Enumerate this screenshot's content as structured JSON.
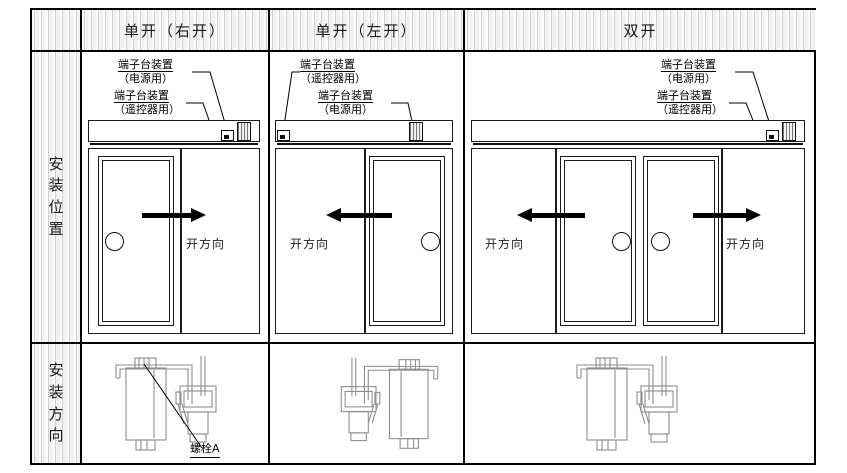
{
  "diagram": {
    "title_row": {
      "corner_label": "",
      "columns": [
        {
          "label": "单开（右开）"
        },
        {
          "label": "单开（左开）"
        },
        {
          "label": "双开"
        }
      ]
    },
    "row_labels": [
      {
        "id": "install-position",
        "chars": [
          "安",
          "装",
          "位",
          "置"
        ]
      },
      {
        "id": "install-direction",
        "chars": [
          "安",
          "装",
          "方",
          "向"
        ]
      }
    ],
    "annotations": {
      "terminal_power": {
        "line1": "端子台装置",
        "line2": "（电源用）"
      },
      "terminal_remote": {
        "line1": "端子台装置",
        "line2": "（遥控器用）"
      }
    },
    "open_direction_label": "开方向",
    "bolt_label": "螺栓A",
    "cells": [
      {
        "id": "position-single-right",
        "column": "单开（右开）",
        "door_type": "single",
        "leaf_side": "left",
        "arrow_direction": "right",
        "handle_side": "right-edge-of-leaf",
        "terminal_power_position": "right",
        "terminal_remote_position": "right-inner",
        "labels_order": [
          "端子台装置（电源用）",
          "端子台装置（遥控器用）"
        ],
        "open_direction_labels": [
          "开方向"
        ]
      },
      {
        "id": "position-single-left",
        "column": "单开（左开）",
        "door_type": "single",
        "leaf_side": "right",
        "arrow_direction": "left",
        "handle_side": "left-edge-of-leaf",
        "terminal_power_position": "right",
        "terminal_remote_position": "left",
        "labels_order": [
          "端子台装置（遥控器用）",
          "端子台装置（电源用）"
        ],
        "open_direction_labels": [
          "开方向"
        ]
      },
      {
        "id": "position-double",
        "column": "双开",
        "door_type": "double",
        "leaf_side": "center-two",
        "arrow_direction": "both",
        "terminal_power_position": "right",
        "terminal_remote_position": "right-inner",
        "labels_order": [
          "端子台装置（电源用）",
          "端子台装置（遥控器用）"
        ],
        "open_direction_labels": [
          "开方向",
          "开方向"
        ]
      },
      {
        "id": "direction-single-right",
        "column": "单开（右开）",
        "mechanism_orientation": "motor-left-gear-right",
        "callout": "螺栓A"
      },
      {
        "id": "direction-single-left",
        "column": "单开（左开）",
        "mechanism_orientation": "motor-right-gear-left",
        "callout": ""
      },
      {
        "id": "direction-double",
        "column": "双开",
        "mechanism_orientation": "motor-left-gear-right",
        "callout": ""
      }
    ]
  },
  "colors": {
    "border": "#000000",
    "hatch_fill": "#e3e3e3",
    "line": "#1a1a1a",
    "arrow": "#000000",
    "terminal_power_fill": "#cfcfcf",
    "page_background": "#ffffff"
  }
}
